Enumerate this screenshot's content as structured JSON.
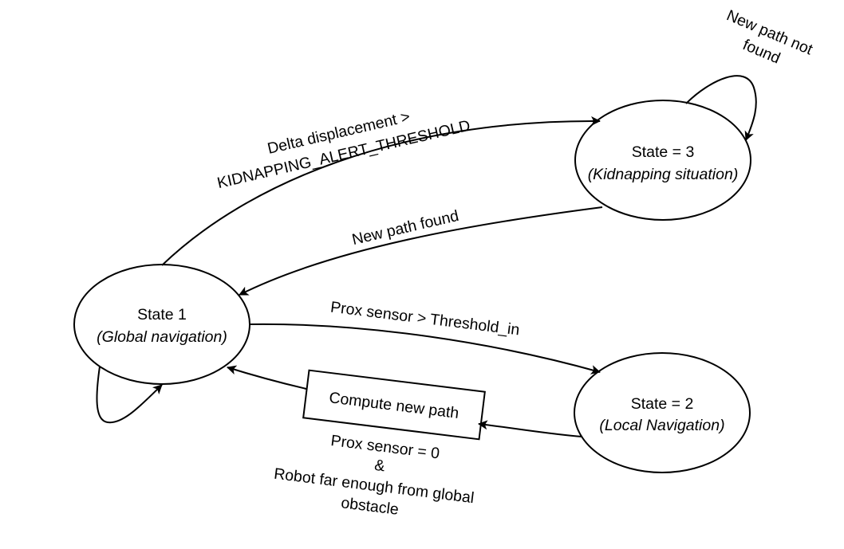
{
  "states": {
    "state1": {
      "title": "State 1",
      "subtitle": "(Global navigation)"
    },
    "state2": {
      "title": "State = 2",
      "subtitle": "(Local Navigation)"
    },
    "state3": {
      "title": "State = 3",
      "subtitle": "(Kidnapping situation)"
    }
  },
  "process_box": {
    "label": "Compute new path"
  },
  "transitions": {
    "s1_to_s3": {
      "line1": "Delta displacement >",
      "line2": "KIDNAPPING_ALERT_THRESHOLD"
    },
    "s3_to_s1": {
      "label": "New path found"
    },
    "s3_self": {
      "line1": "New path not",
      "line2": "found"
    },
    "s1_to_s2": {
      "label": "Prox sensor > Threshold_in"
    },
    "s2_to_box": {
      "line1": "Prox sensor = 0",
      "line2": "&",
      "line3": "Robot far enough from global",
      "line4": "obstacle"
    }
  },
  "colors": {
    "stroke": "#000000",
    "background": "#ffffff"
  }
}
